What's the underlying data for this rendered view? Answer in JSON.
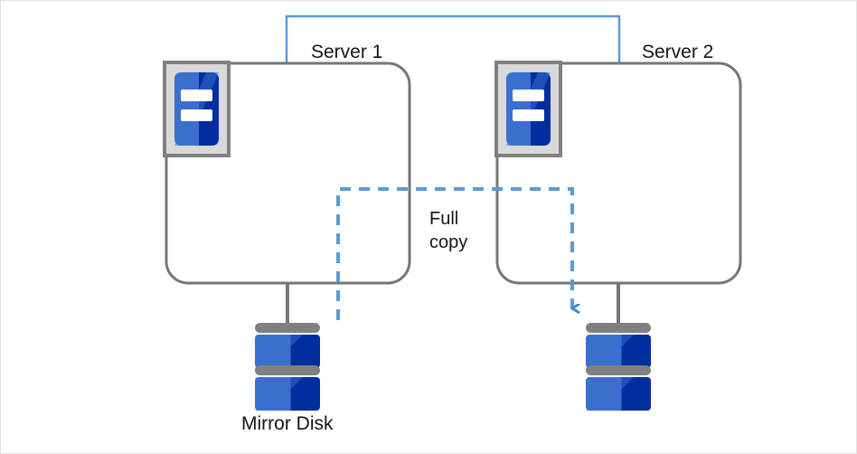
{
  "diagram": {
    "title_text": "",
    "colors": {
      "accent_blue": "#5b9bd5",
      "box_border_gray": "#767676",
      "icon_blue_light": "#3a6fd0",
      "icon_blue_dark": "#002e9e",
      "disk_band_gray": "#808080",
      "icon_frame_gray": "#d9d9d9",
      "background": "#ffffff"
    },
    "servers": [
      {
        "id": "server-1",
        "label": "Server 1",
        "icon": "server-icon",
        "has_disk": true,
        "disk_label": "Mirror Disk"
      },
      {
        "id": "server-2",
        "label": "Server 2",
        "icon": "server-icon",
        "has_disk": true,
        "disk_label": ""
      }
    ],
    "interconnect": {
      "name": "server-interconnect-link",
      "style": "solid",
      "color": "#5b9bd5"
    },
    "replication": {
      "name": "full-copy-flow",
      "label_line1": "Full",
      "label_line2": "copy",
      "label": "Full copy",
      "style": "dashed",
      "color": "#5b9bd5",
      "direction": "server1-disk-to-server2-disk"
    },
    "disks": [
      {
        "id": "disk-1",
        "label": "Mirror Disk",
        "platters": 2
      },
      {
        "id": "disk-2",
        "label": "",
        "platters": 2
      }
    ]
  }
}
